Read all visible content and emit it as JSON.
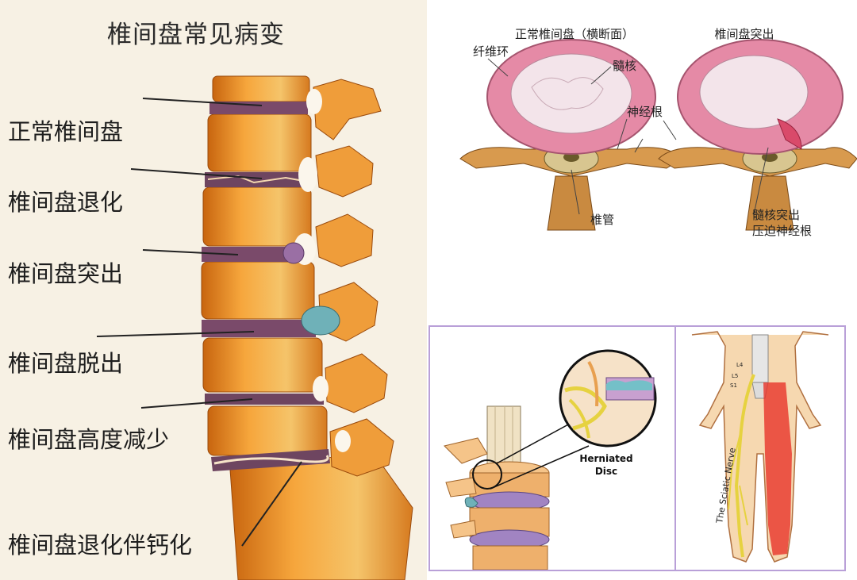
{
  "left_panel": {
    "title": "椎间盘常见病变",
    "labels": [
      "正常椎间盘",
      "椎间盘退化",
      "椎间盘突出",
      "椎间盘脱出",
      "椎间盘高度减少",
      "椎间盘退化伴钙化"
    ]
  },
  "top_right": {
    "normal_title": "正常椎间盘（横断面）",
    "herniated_title": "椎间盘突出",
    "annulus": "纤维环",
    "nucleus": "髓核",
    "nerve_root": "神经根",
    "canal": "椎管",
    "herniation_line1": "髓核突出",
    "herniation_line2": "压迫神经根"
  },
  "bottom_left": {
    "label_line1": "Herniated",
    "label_line2": "Disc"
  },
  "bottom_right": {
    "nerve_label": "The Sciatic Nerve",
    "level_l4": "L4",
    "level_l5": "L5",
    "level_s1": "S1"
  },
  "colors": {
    "bone": "#e8922e",
    "disc": "#7a4a6a",
    "annulus": "#e58aa6",
    "nucleus": "#f3e4ea",
    "nerve": "#e8d640",
    "inflamed": "#e8342a",
    "frame": "#b9a0d8"
  }
}
